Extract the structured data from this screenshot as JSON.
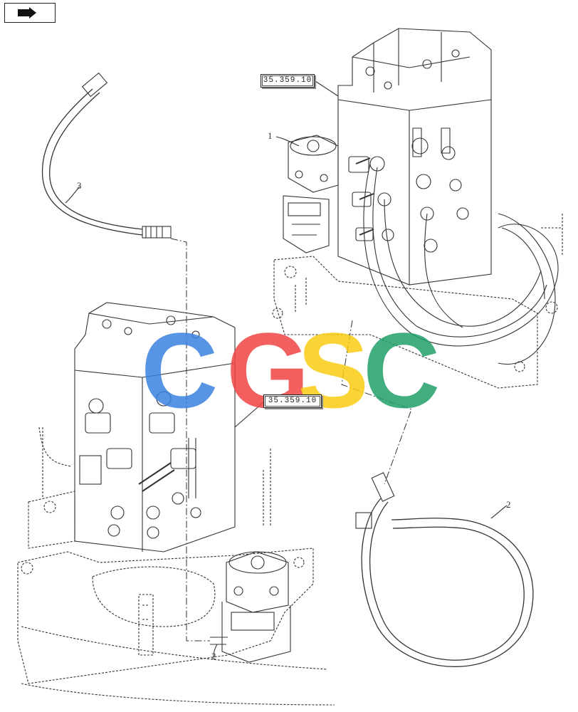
{
  "callouts": {
    "upper_ref": "35.359.10",
    "lower_ref": "35.359.10"
  },
  "items": {
    "item_1": "1",
    "item_2_hose": "2",
    "item_2_valve": "2",
    "item_3": "3"
  },
  "watermark": {
    "letters": [
      "C",
      "G",
      "S",
      "C"
    ],
    "colors": [
      "#3b82e0",
      "#ef4444",
      "#facc15",
      "#22a06b"
    ]
  },
  "toolbar": {
    "nav_icon": "return-arrow-icon"
  }
}
